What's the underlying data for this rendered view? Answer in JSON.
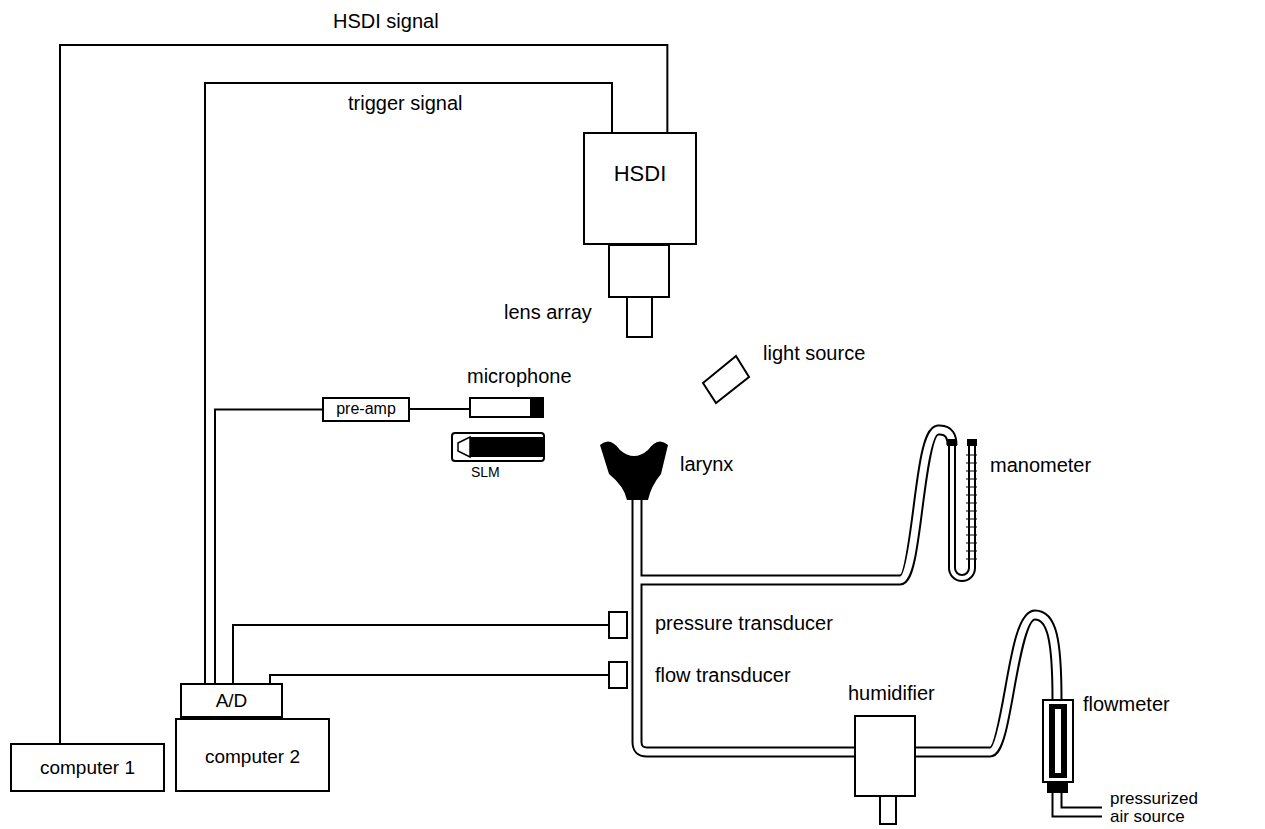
{
  "diagram": {
    "nodes": [
      {
        "text": [
          "HSDI"
        ]
      },
      {
        "text": [
          "pre-amp"
        ]
      },
      {
        "text": [
          "A/D"
        ]
      },
      {
        "text": [
          "computer 1"
        ]
      },
      {
        "text": [
          "computer 2"
        ]
      }
    ],
    "edges": [
      {
        "from": 0,
        "to": 3,
        "label": "HSDI signal",
        "arrow": "none"
      },
      {
        "from": 2,
        "to": 0,
        "label": "trigger signal",
        "arrow": "none"
      },
      {
        "from": 1,
        "to": 2,
        "arrow": "none"
      }
    ],
    "labels": [
      "lens array",
      "light source",
      "microphone",
      "SLM",
      "larynx",
      "manometer",
      "pressure transducer",
      "flow transducer",
      "humidifier",
      "flowmeter",
      "pressurized air source"
    ]
  }
}
